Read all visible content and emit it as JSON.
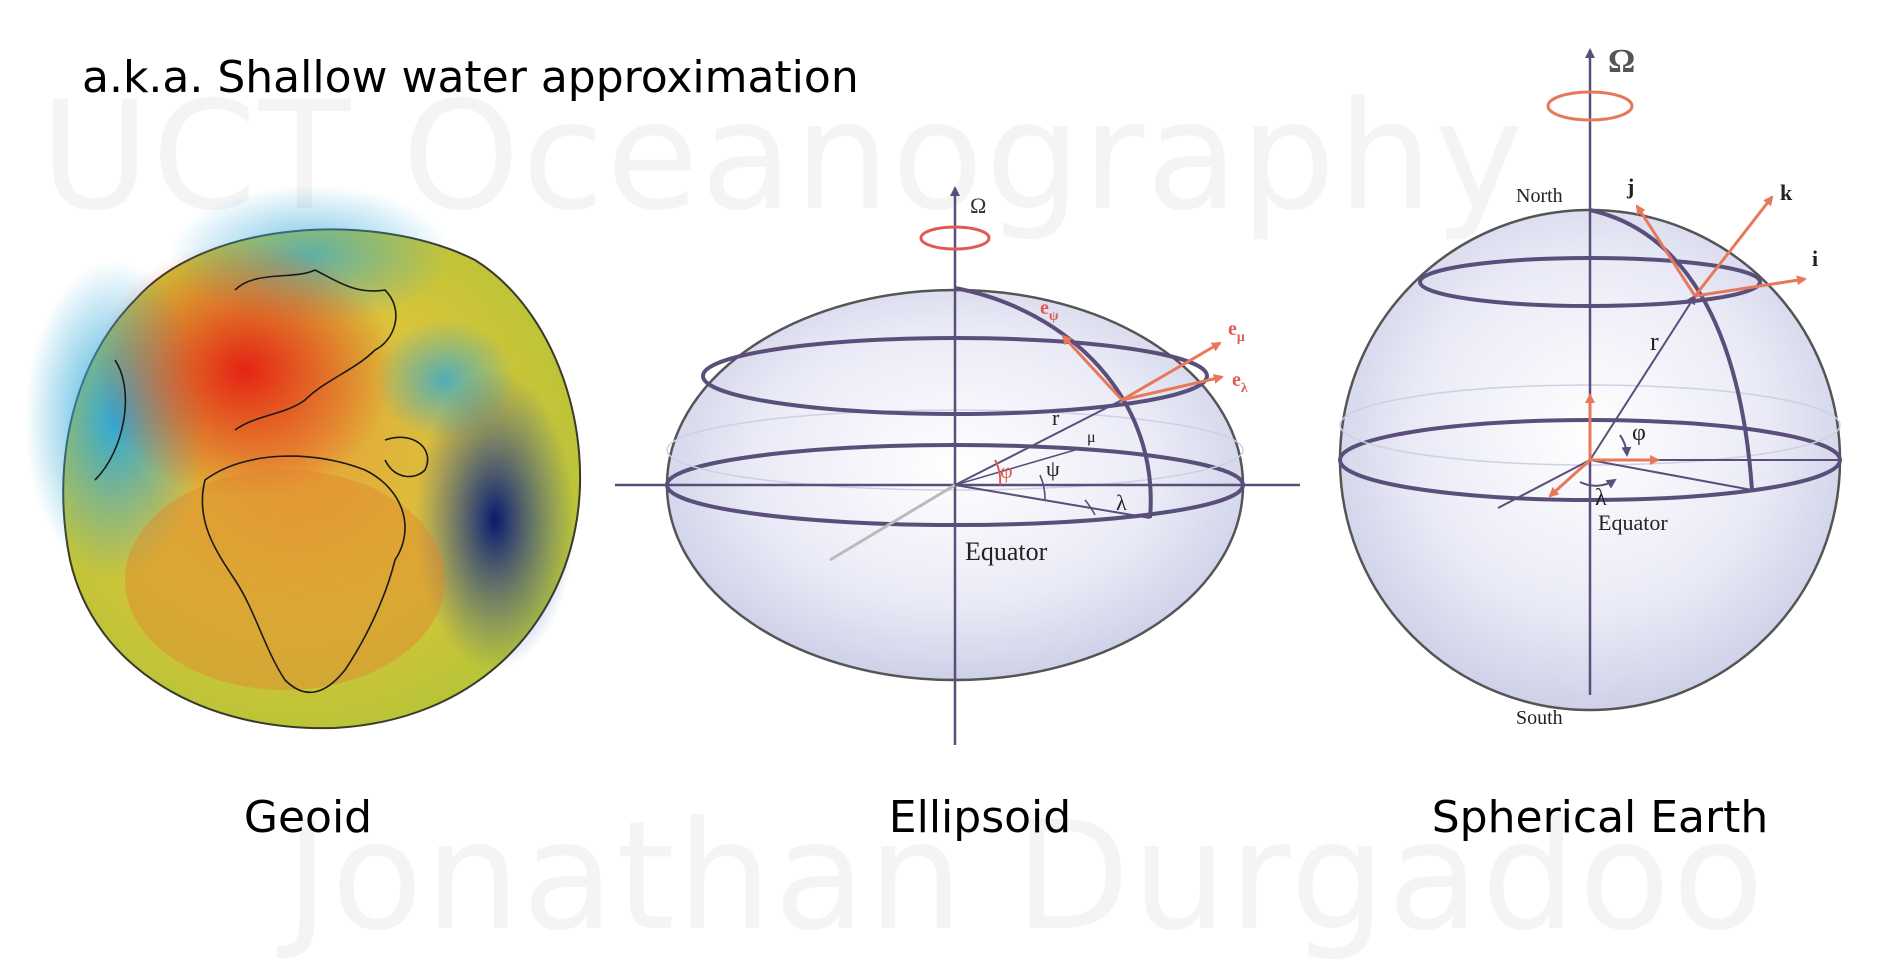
{
  "slide": {
    "title": "a.k.a. Shallow water approximation",
    "watermark_top": "UCT Oceanography",
    "watermark_bottom": "Jonathan Durgadoo"
  },
  "figures": {
    "geoid": {
      "caption": "Geoid"
    },
    "ellipsoid": {
      "caption": "Ellipsoid",
      "omega": "Ω",
      "e_psi": "e",
      "e_psi_sub": "ψ",
      "e_mu": "e",
      "e_mu_sub": "μ",
      "e_lambda": "e",
      "e_lambda_sub": "λ",
      "r": "r",
      "mu": "μ",
      "phi": "φ",
      "psi": "ψ",
      "lambda": "λ",
      "equator": "Equator"
    },
    "sphere": {
      "caption": "Spherical Earth",
      "omega": "Ω",
      "north": "North",
      "south": "South",
      "j": "j",
      "k": "k",
      "i": "i",
      "r": "r",
      "phi": "φ",
      "lambda": "λ",
      "equator": "Equator"
    }
  },
  "colors": {
    "axis": "#5a4f7a",
    "arrow": "#e8785a",
    "rotation_ring": "#e05a55",
    "sphere_fill": "#e3e5f4"
  }
}
